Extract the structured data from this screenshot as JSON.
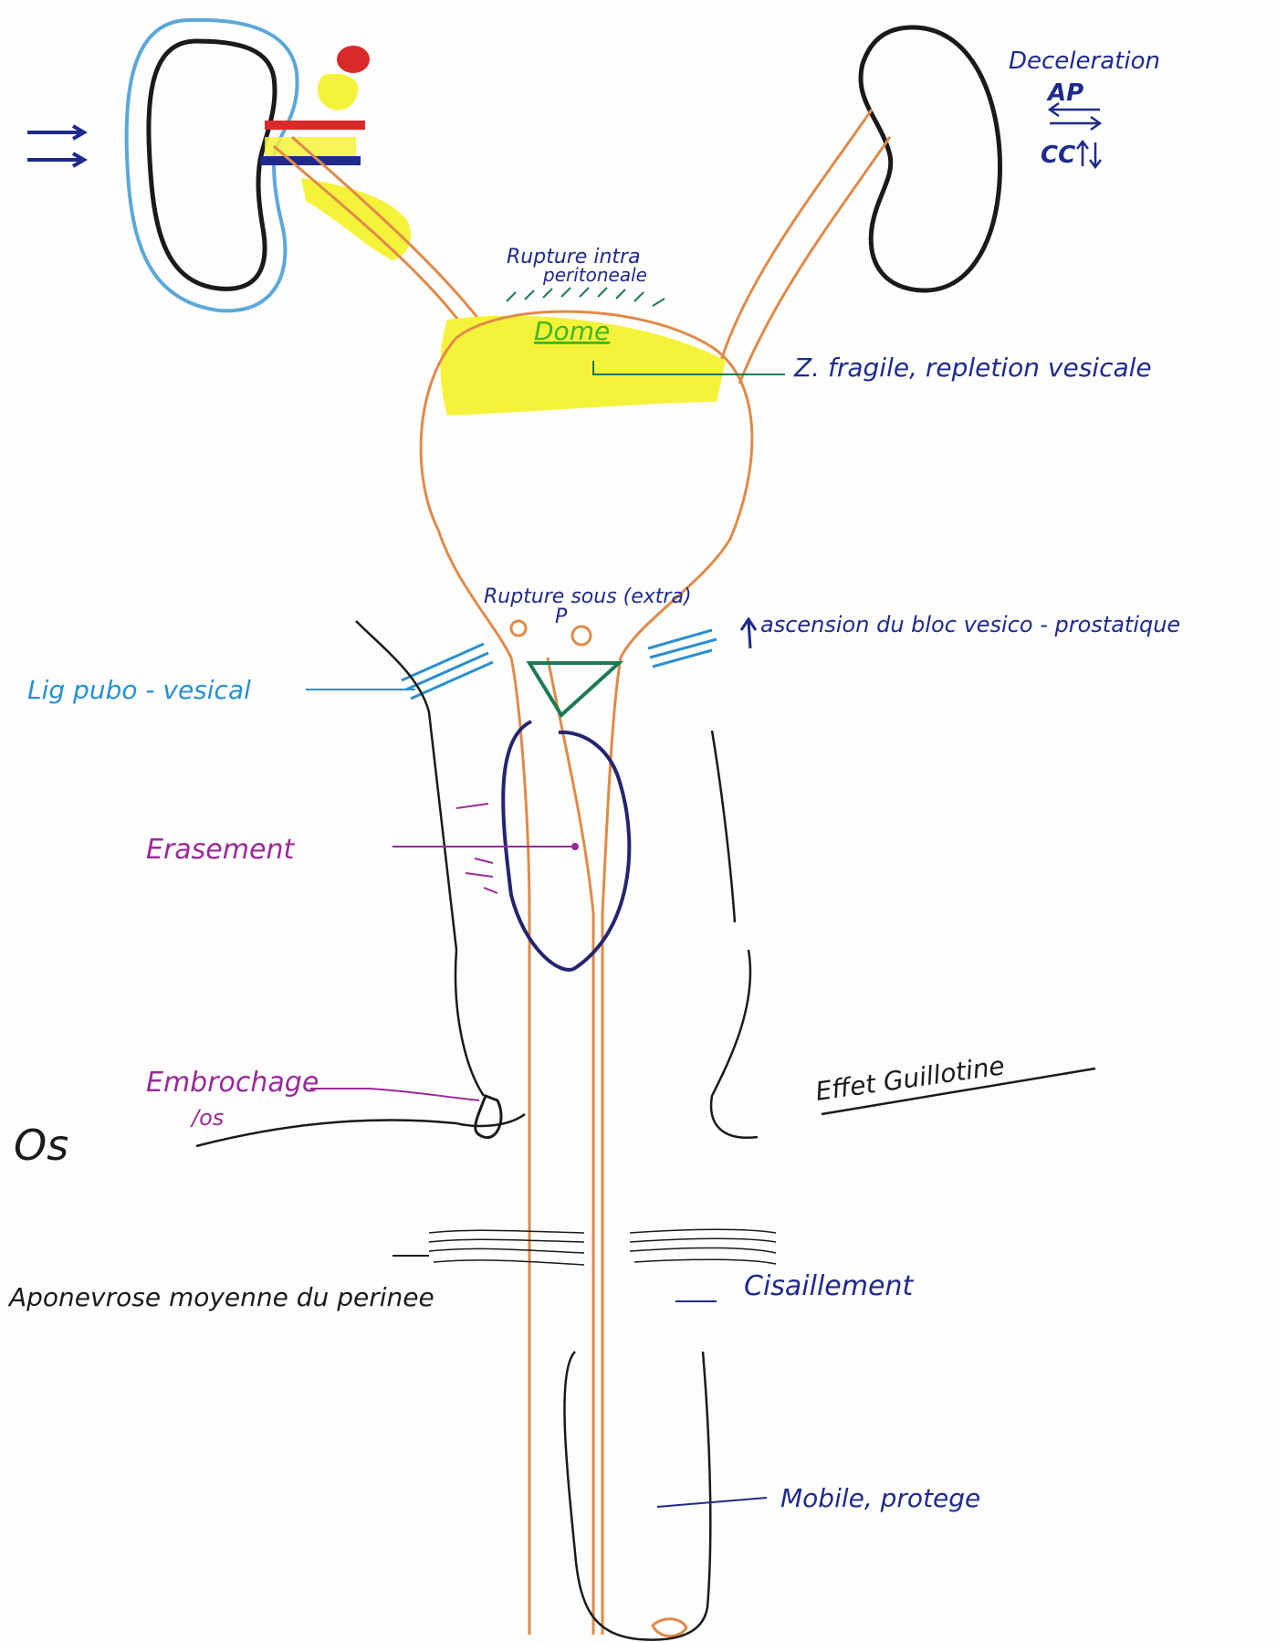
{
  "colors": {
    "ink_black": "#1a1a1a",
    "ink_navy": "#1f2a8c",
    "ink_cyan": "#2a8fd0",
    "ink_purple": "#9a2a9a",
    "ink_orange": "#e08a4a",
    "highlight_yellow": "#f5f23a",
    "ink_red": "#d92a2a",
    "ink_green": "#3fb520",
    "ink_teal": "#1b7a55"
  },
  "labels": {
    "deceleration": "Deceleration",
    "ap": "AP",
    "cc": "CC",
    "rupture_intra_1": "Rupture intra",
    "rupture_intra_2": "peritoneale",
    "dome": "Dome",
    "zone_fragile": "Z. fragile, repletion vesicale",
    "rupture_sous_1": "Rupture sous (extra)",
    "rupture_sous_2": "P",
    "ascension": "ascension du bloc vesico - prostatique",
    "lig_pubo": "Lig pubo - vesical",
    "erasement": "Erasement",
    "embrochage_1": "Embrochage",
    "embrochage_2": "/os",
    "os": "Os",
    "effet_guillotine": "Effet Guillotine",
    "aponevrose": "Aponevrose moyenne du perinee",
    "cisaillement": "Cisaillement",
    "mobile": "Mobile, protege"
  }
}
